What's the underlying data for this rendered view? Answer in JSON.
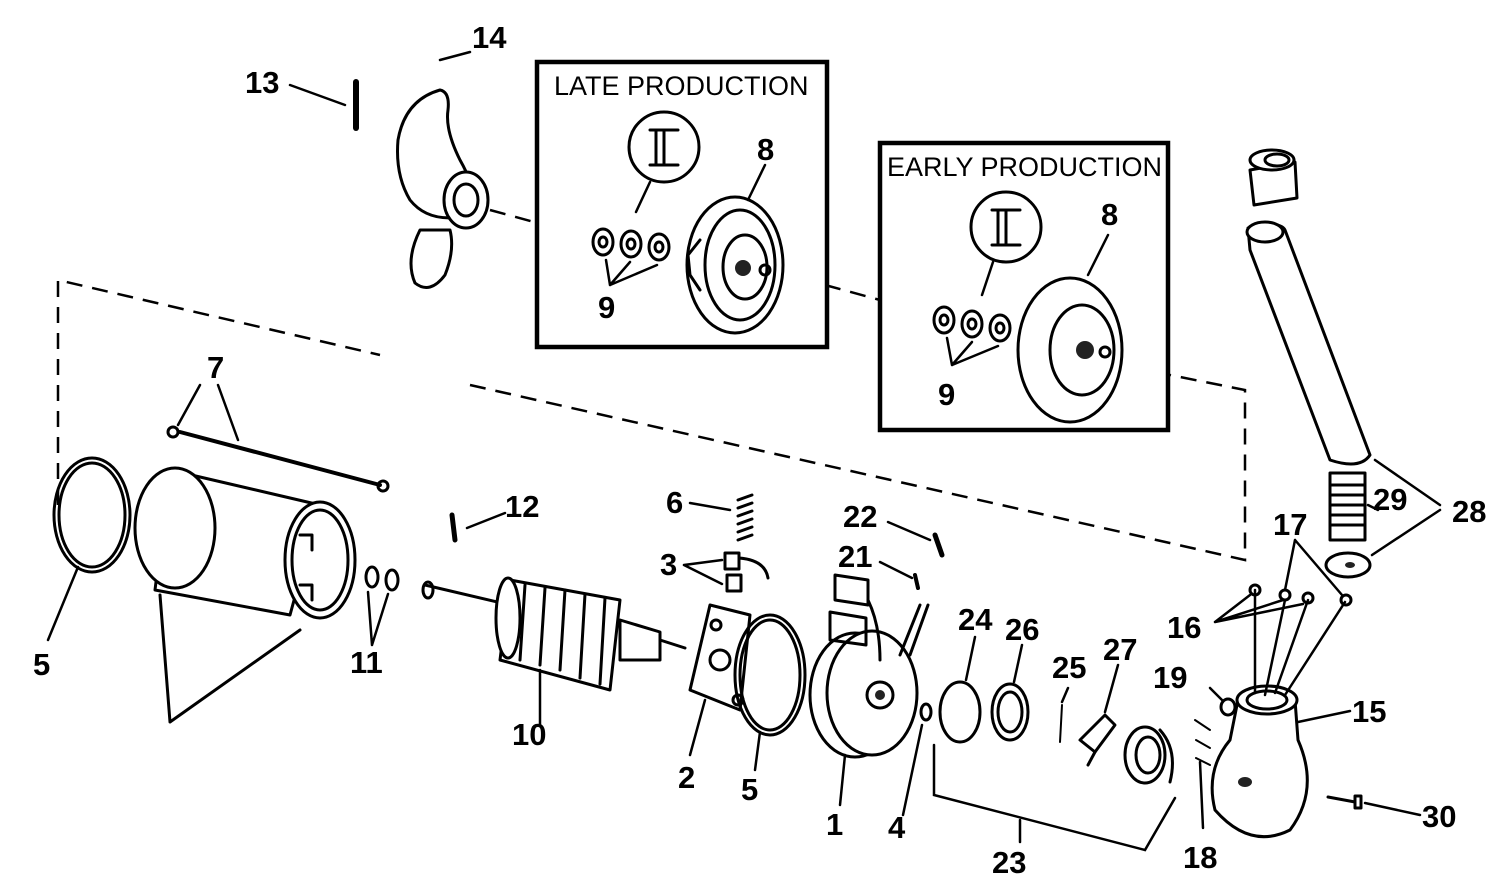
{
  "boxes": {
    "late": {
      "title": "LATE PRODUCTION",
      "part_label": "8",
      "bearing_label": "9"
    },
    "early": {
      "title": "EARLY PRODUCTION",
      "part_label": "8",
      "bearing_label": "9"
    }
  },
  "callouts": {
    "c1": "1",
    "c2": "2",
    "c3": "3",
    "c4": "4",
    "c5a": "5",
    "c5b": "5",
    "c6": "6",
    "c7": "7",
    "c10": "10",
    "c11": "11",
    "c12": "12",
    "c13": "13",
    "c14": "14",
    "c15": "15",
    "c16": "16",
    "c17": "17",
    "c18": "18",
    "c19": "19",
    "c21": "21",
    "c22": "22",
    "c23": "23",
    "c24": "24",
    "c25": "25",
    "c26": "26",
    "c27": "27",
    "c28": "28",
    "c29": "29",
    "c30": "30"
  },
  "icons": {
    "grease_symbol": "grease-fitting-icon"
  }
}
